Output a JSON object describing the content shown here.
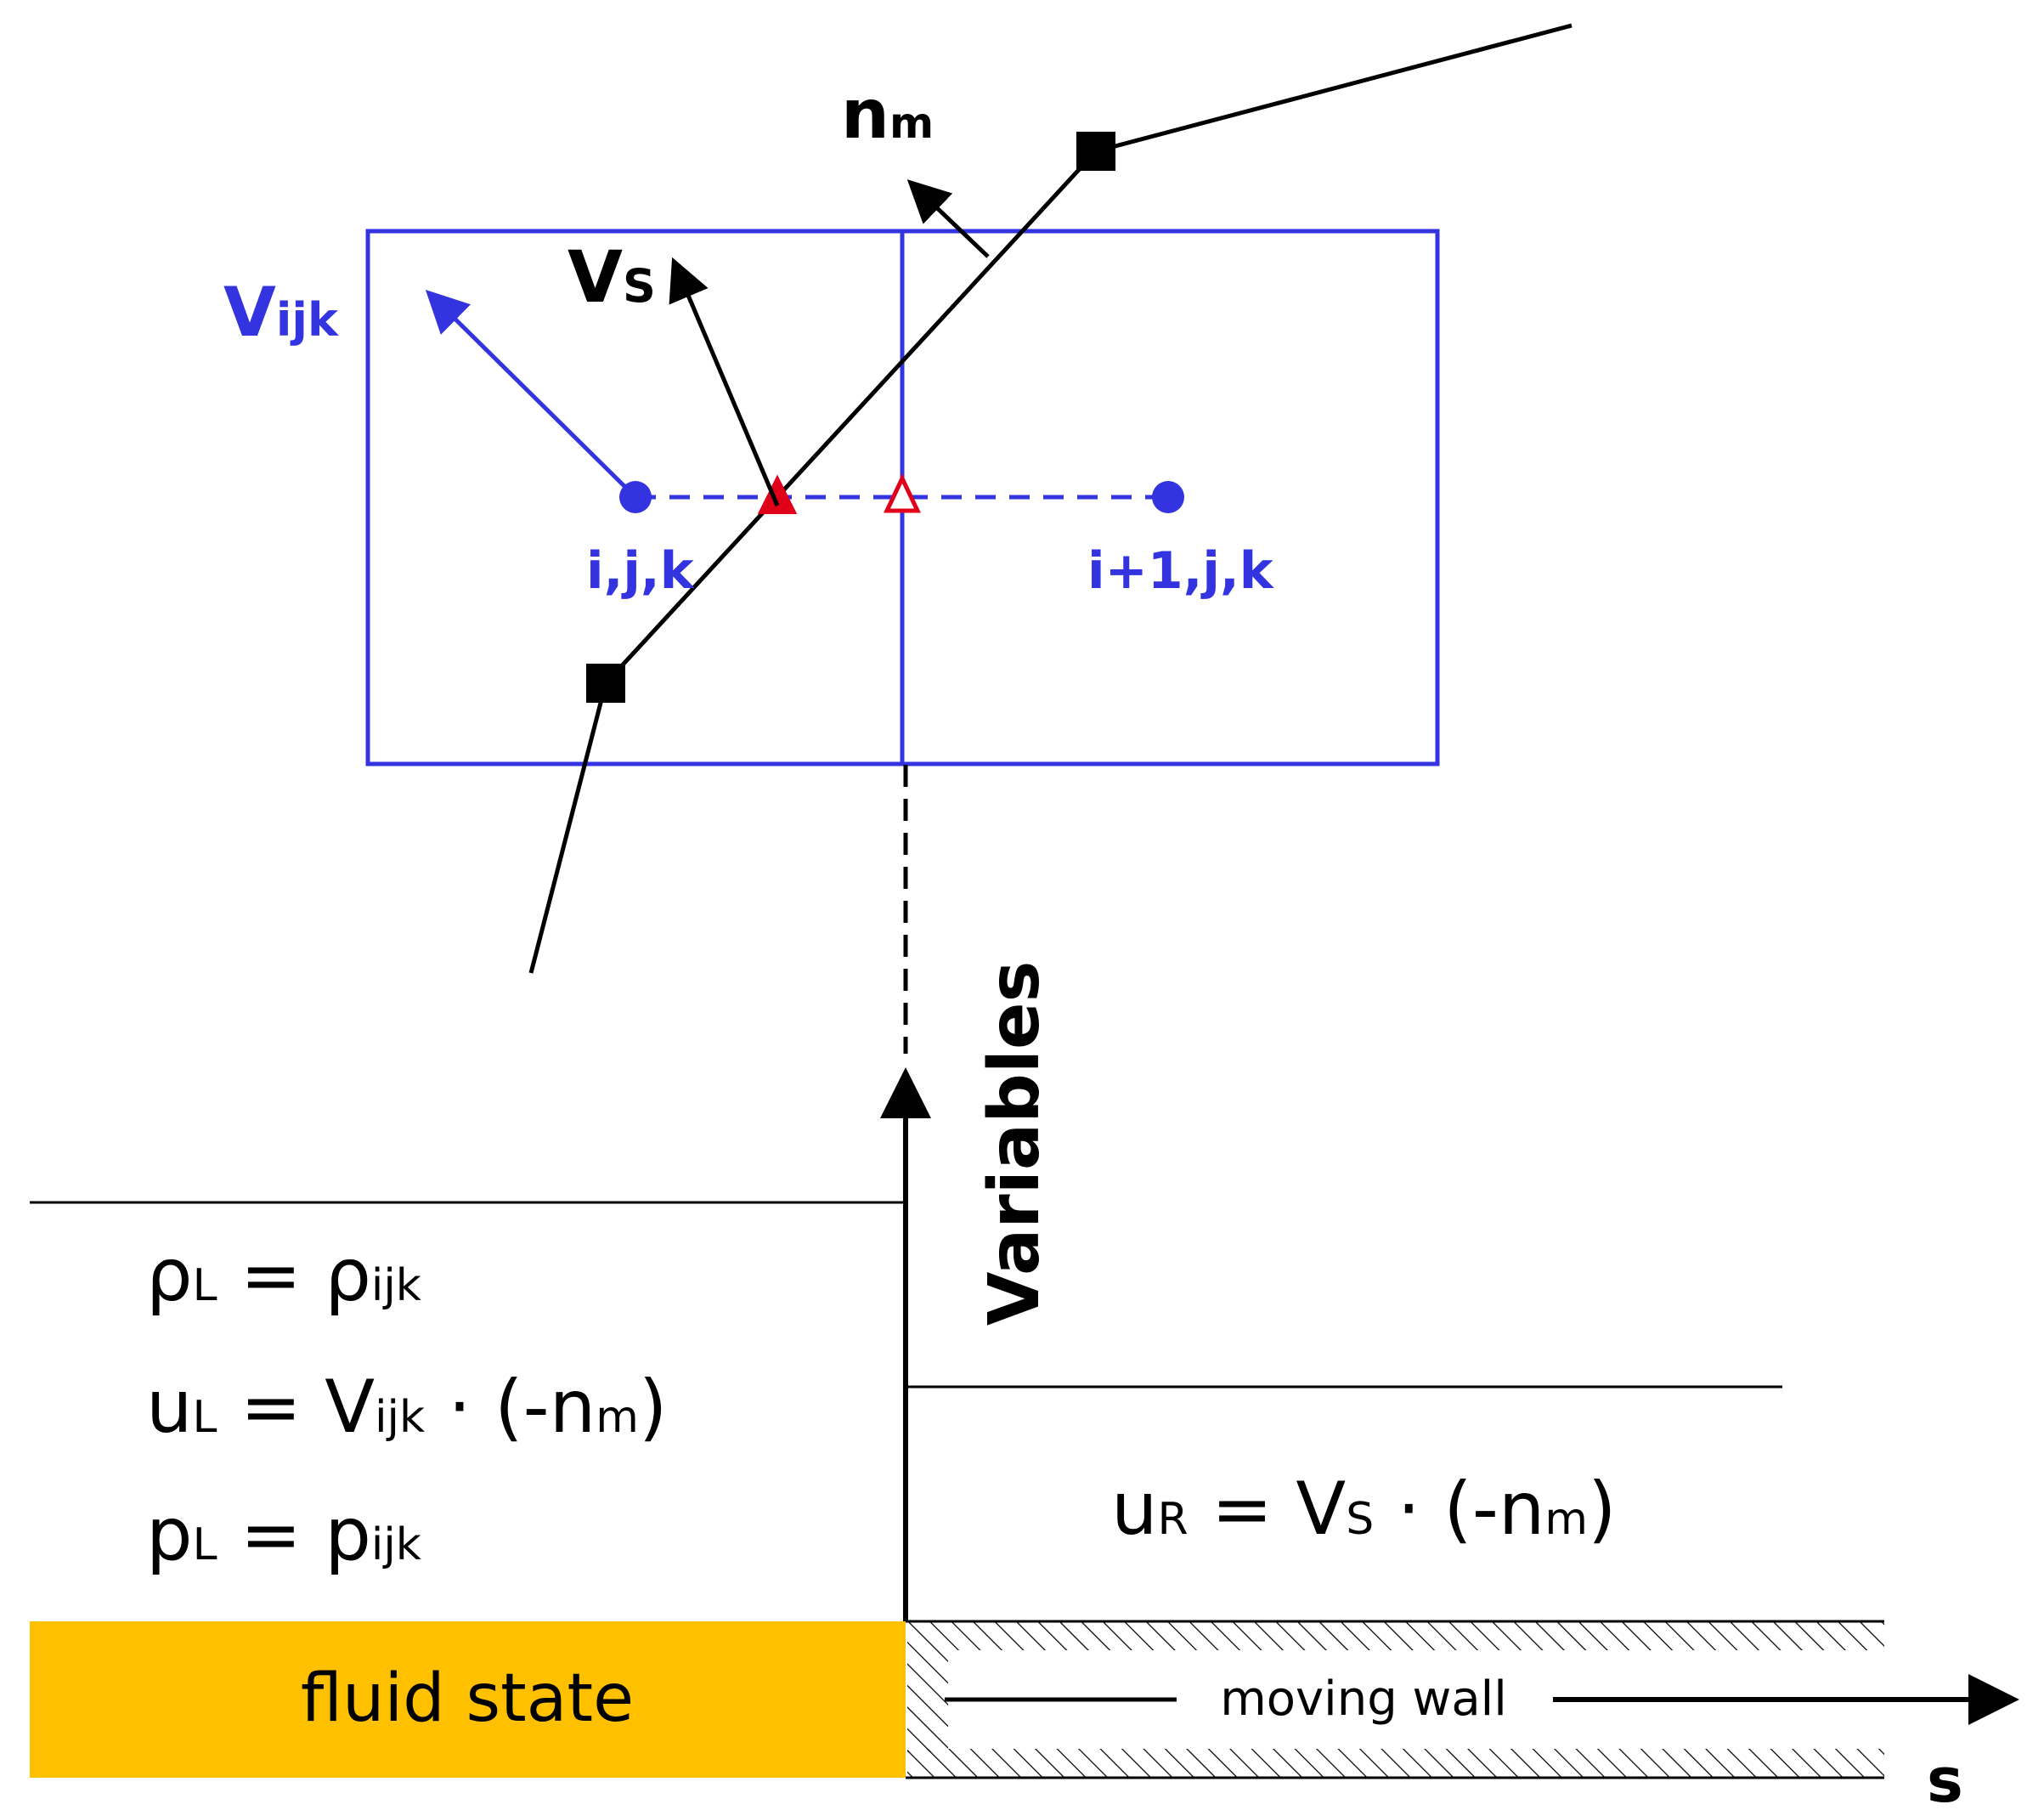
{
  "labels": {
    "nm_main": "n",
    "nm_sub": "m",
    "vs_main": "V",
    "vs_sub": "S",
    "vijk_main": "V",
    "vijk_sub": "ijk",
    "node_left": "i,j,k",
    "node_right": "i+1,j,k",
    "variables": "Variables",
    "s_axis": "s",
    "moving_wall": "moving wall",
    "fluid_state": "fluid state"
  },
  "equations_left": [
    {
      "a": "ρ",
      "a_sub": "L",
      "eq": " = ",
      "b": "ρ",
      "b_sub": "ijk",
      "rest": ""
    },
    {
      "a": "u",
      "a_sub": "L",
      "eq": " = ",
      "b": "V",
      "b_sub": "ijk",
      "rest": " · (-n",
      "rest_sub": "m",
      "close": ")"
    },
    {
      "a": "p",
      "a_sub": "L",
      "eq": " = ",
      "b": "p",
      "b_sub": "ijk",
      "rest": ""
    }
  ],
  "equation_right": {
    "a": "u",
    "a_sub": "R",
    "eq": " = ",
    "b": "V",
    "b_sub": "S",
    "rest": " · (-n",
    "rest_sub": "m",
    "close": ")"
  },
  "colors": {
    "grid_blue": "#3333e0",
    "marker_red": "#e0001a",
    "fluid_fill": "#ffc000",
    "ink": "#000000"
  }
}
